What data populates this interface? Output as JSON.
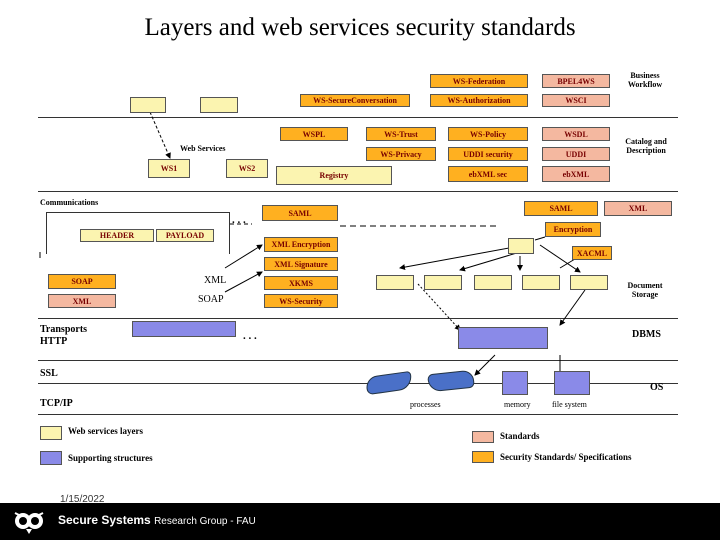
{
  "title": "Layers and web services security standards",
  "layers": {
    "business": "Business Workflow",
    "catalog": "Catalog and Description",
    "communications": "Communications",
    "document": "Document Storage",
    "transports": "Transports",
    "http": "HTTP",
    "dbms": "DBMS",
    "ssl": "SSL",
    "os": "OS",
    "tcpip": "TCP/IP"
  },
  "boxes": {
    "ws_federation": "WS-Federation",
    "bpel4ws": "BPEL4WS",
    "ws_secure_conversation": "WS-SecureConversation",
    "ws_authorization": "WS-Authorization",
    "wsci": "WSCI",
    "wspl": "WSPL",
    "ws_trust": "WS-Trust",
    "ws_policy": "WS-Policy",
    "wsdl": "WSDL",
    "ws_privacy": "WS-Privacy",
    "uddi_security": "UDDI security",
    "uddi": "UDDI",
    "ws1": "WS1",
    "ws2": "WS2",
    "registry": "Registry",
    "ebxml_sec": "ebXML sec",
    "ebxml": "ebXML",
    "saml_left": "SAML",
    "saml_right": "SAML",
    "xml_right": "XML",
    "header": "HEADER",
    "payload": "PAYLOAD",
    "xml_encryption": "XML Encryption",
    "xml_signature": "XML Signature",
    "xkms": "XKMS",
    "ws_security": "WS-Security",
    "encryption": "Encryption",
    "xacml": "XACML",
    "soap_box": "SOAP",
    "xml_box": "XML"
  },
  "labels": {
    "web_services": "Web Services",
    "xml_plain": "XML",
    "soap_plain": "SOAP",
    "ellipsis1": ". . .",
    "ellipsis2": ". . .",
    "processes": "processes",
    "memory": "memory",
    "file_system": "file system"
  },
  "legend": {
    "web_services_layers": "Web services layers",
    "supporting_structures": "Supporting structures",
    "standards": "Standards",
    "security_standards": "Security Standards/ Specifications"
  },
  "footer": {
    "date": "1/15/2022",
    "brand": "Secure Systems",
    "rest": "Research Group - FAU"
  },
  "colors": {
    "security_standard": "#ffb020",
    "standard": "#f4b8a0",
    "web_services_layer": "#fbf4b0",
    "supporting_structure": "#8a8ae8"
  }
}
